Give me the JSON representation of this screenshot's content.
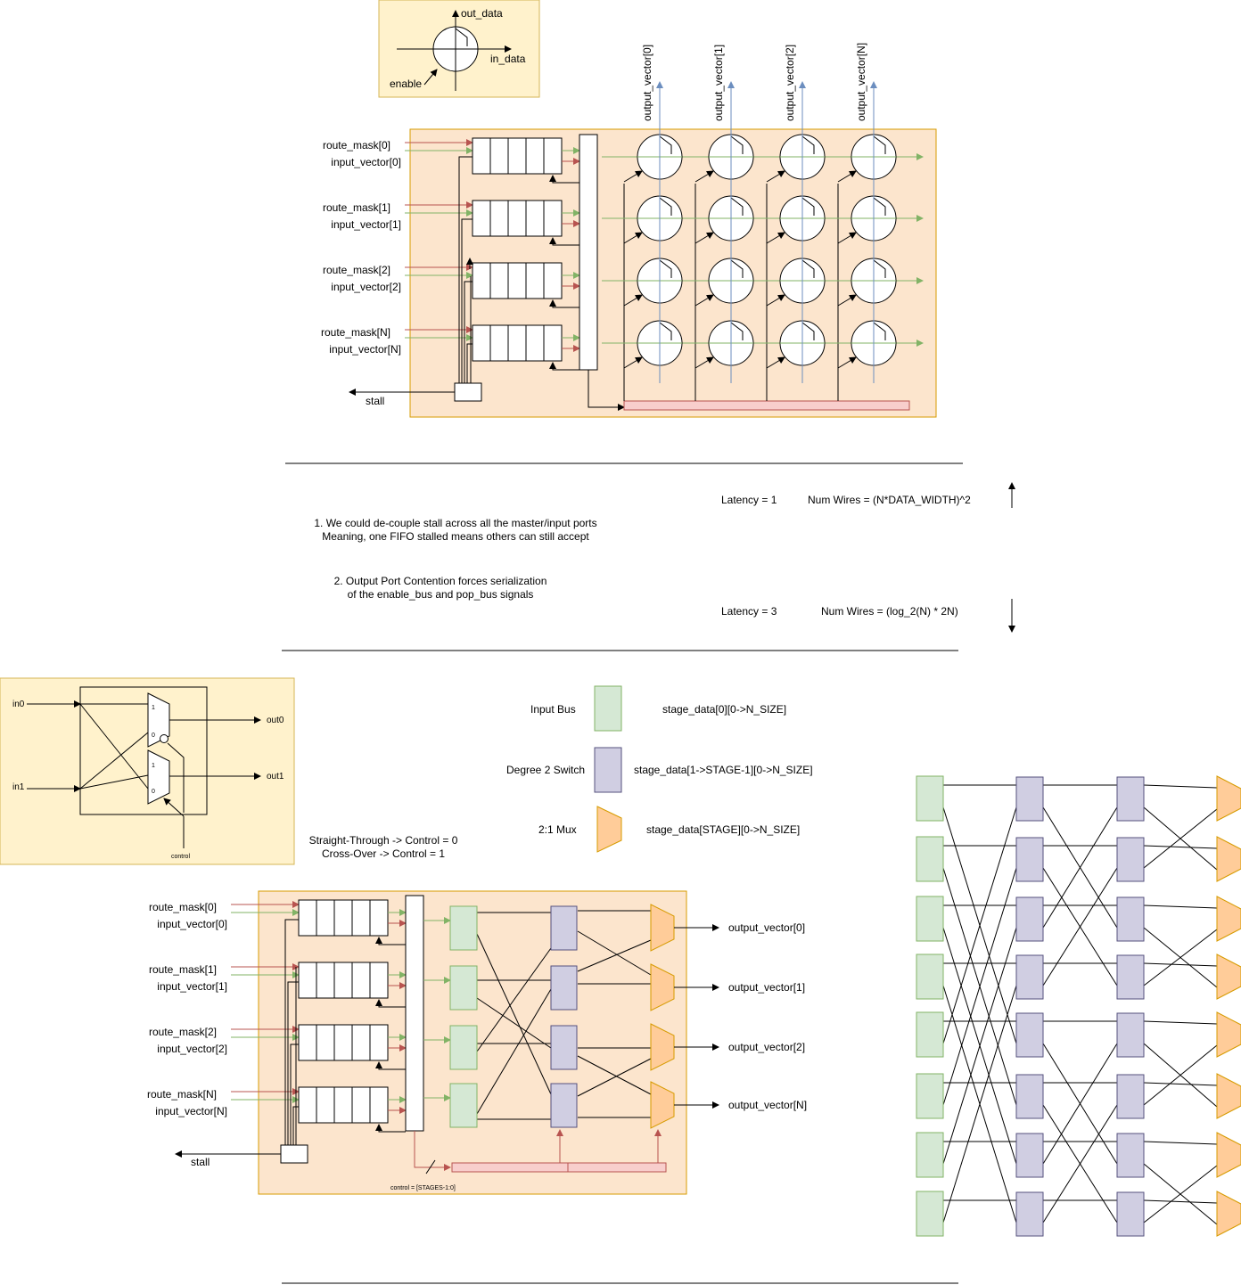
{
  "legend_symbol": {
    "out_label": "out_data",
    "in_label": "in_data",
    "enable_label": "enable"
  },
  "crossbar": {
    "inputs": [
      {
        "route_mask": "route_mask[0]",
        "input_vector": "input_vector[0]"
      },
      {
        "route_mask": "route_mask[1]",
        "input_vector": "input_vector[1]"
      },
      {
        "route_mask": "route_mask[2]",
        "input_vector": "input_vector[2]"
      },
      {
        "route_mask": "route_mask[N]",
        "input_vector": "input_vector[N]"
      }
    ],
    "outputs": [
      "output_vector[0]",
      "output_vector[1]",
      "output_vector[2]",
      "output_vector[N]"
    ],
    "stall_label": "stall"
  },
  "comparison": {
    "latency_top": "Latency = 1",
    "wires_top": "Num Wires = (N*DATA_WIDTH)^2",
    "latency_bottom": "Latency = 3",
    "wires_bottom": "Num Wires = (log_2(N) * 2N)",
    "note1_line1": "1. We could de-couple stall across all the master/input ports",
    "note1_line2": "Meaning, one FIFO stalled means others can still accept",
    "note2_line1": "2. Output Port Contention forces serialization",
    "note2_line2": "of the enable_bus and pop_bus signals"
  },
  "switch_detail": {
    "in0": "in0",
    "in1": "in1",
    "out0": "out0",
    "out1": "out1",
    "control": "control",
    "mux_one": "1",
    "mux_zero": "0",
    "caption_line1": "Straight-Through -> Control = 0",
    "caption_line2": "Cross-Over -> Control = 1"
  },
  "key": {
    "input_bus": "Input Bus",
    "input_bus_desc": "stage_data[0][0->N_SIZE]",
    "switch": "Degree 2 Switch",
    "switch_desc": "stage_data[1->STAGE-1][0->N_SIZE]",
    "mux": "2:1 Mux",
    "mux_desc": "stage_data[STAGE][0->N_SIZE]"
  },
  "butterfly": {
    "inputs": [
      {
        "route_mask": "route_mask[0]",
        "input_vector": "input_vector[0]"
      },
      {
        "route_mask": "route_mask[1]",
        "input_vector": "input_vector[1]"
      },
      {
        "route_mask": "route_mask[2]",
        "input_vector": "input_vector[2]"
      },
      {
        "route_mask": "route_mask[N]",
        "input_vector": "input_vector[N]"
      }
    ],
    "outputs": [
      "output_vector[0]",
      "output_vector[1]",
      "output_vector[2]",
      "output_vector[N]"
    ],
    "stall_label": "stall",
    "control_label": "control = [STAGES-1:0]"
  },
  "colors": {
    "panel_fill": "#fce5cd",
    "panel_stroke": "#d79b00",
    "legend_fill": "#fff2cc",
    "legend_stroke": "#d6b656",
    "green_fill": "#d5e8d4",
    "green_stroke": "#82b366",
    "purple_fill": "#d0cee2",
    "purple_stroke": "#56517e",
    "mux_fill": "#ffcc99",
    "mux_stroke": "#d79b00",
    "pink_fill": "#f8cecc",
    "pink_stroke": "#b85450",
    "red_wire": "#b85450",
    "green_wire": "#82b366",
    "blue_wire": "#6c8ebf"
  }
}
